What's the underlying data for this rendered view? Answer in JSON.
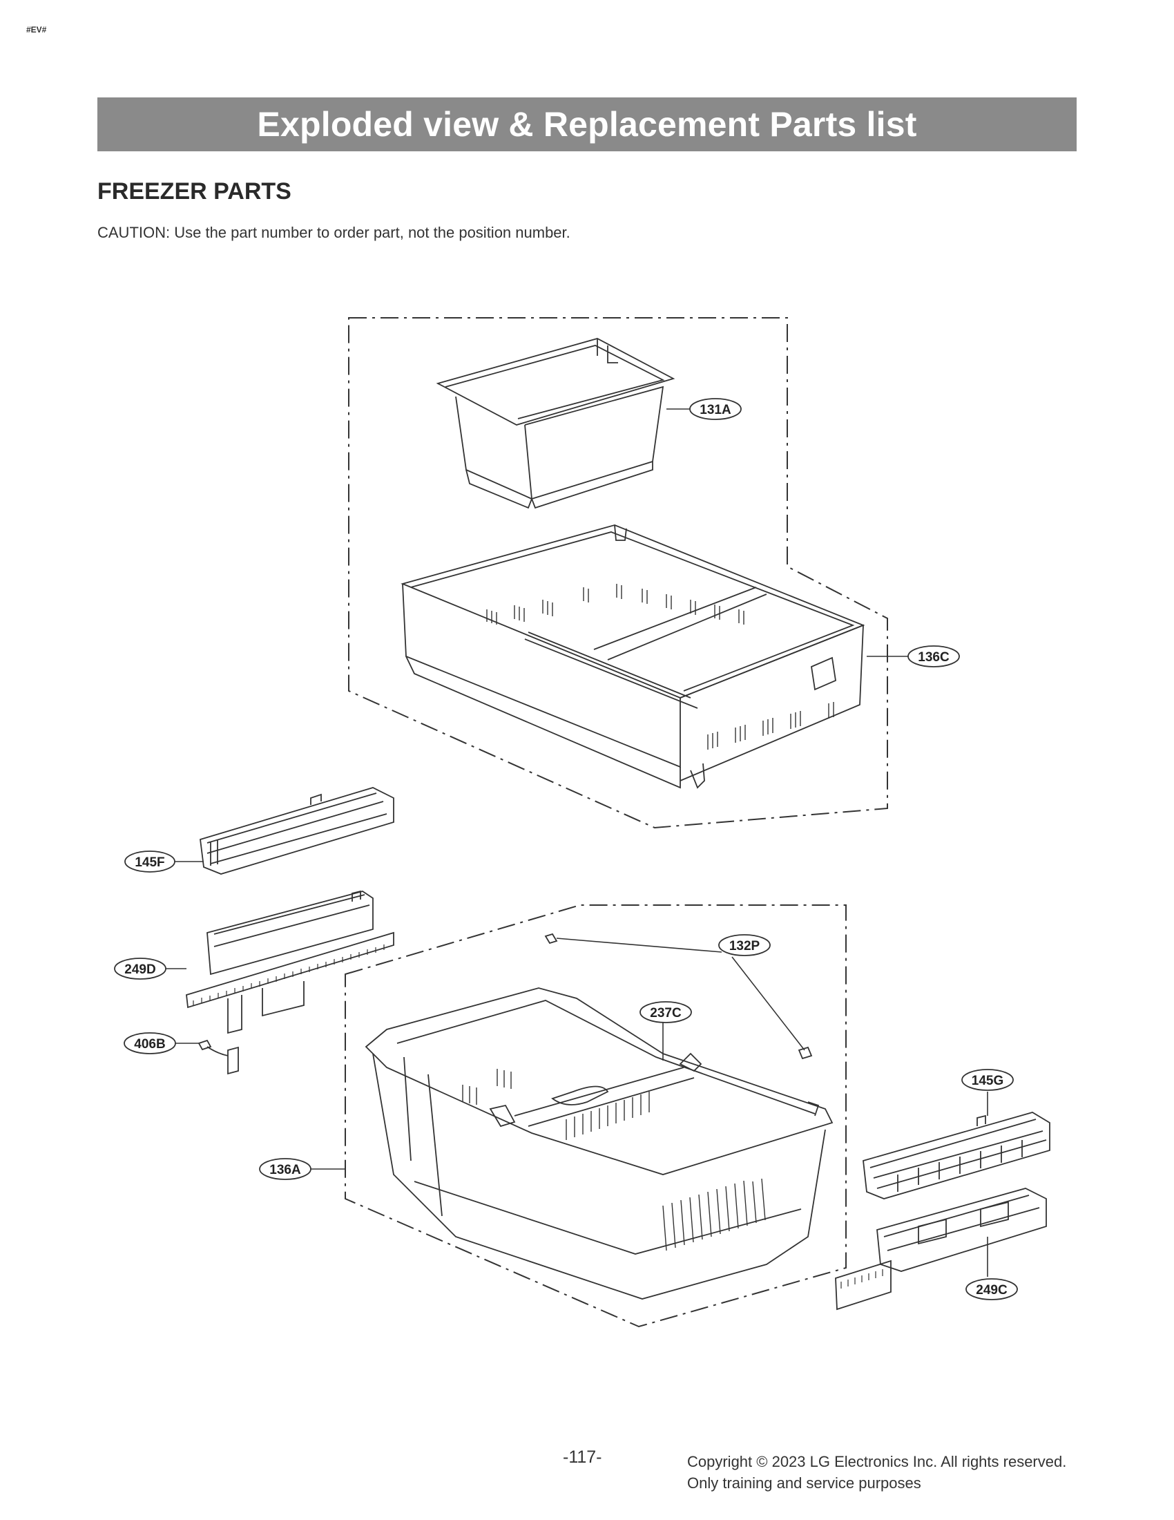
{
  "header": {
    "tag": "#EV#",
    "title": "Exploded view & Replacement Parts list"
  },
  "section": {
    "title": "FREEZER PARTS",
    "caution": "CAUTION: Use the part number to order part, not the position number."
  },
  "callouts": {
    "c131A": "131A",
    "c136C": "136C",
    "c145F": "145F",
    "c249D": "249D",
    "c406B": "406B",
    "c132P": "132P",
    "c237C": "237C",
    "c136A": "136A",
    "c145G": "145G",
    "c249C": "249C"
  },
  "footer": {
    "page": "-117-",
    "copyright": "Copyright © 2023 LG Electronics Inc. All rights reserved.",
    "purpose": "Only training and service purposes"
  }
}
